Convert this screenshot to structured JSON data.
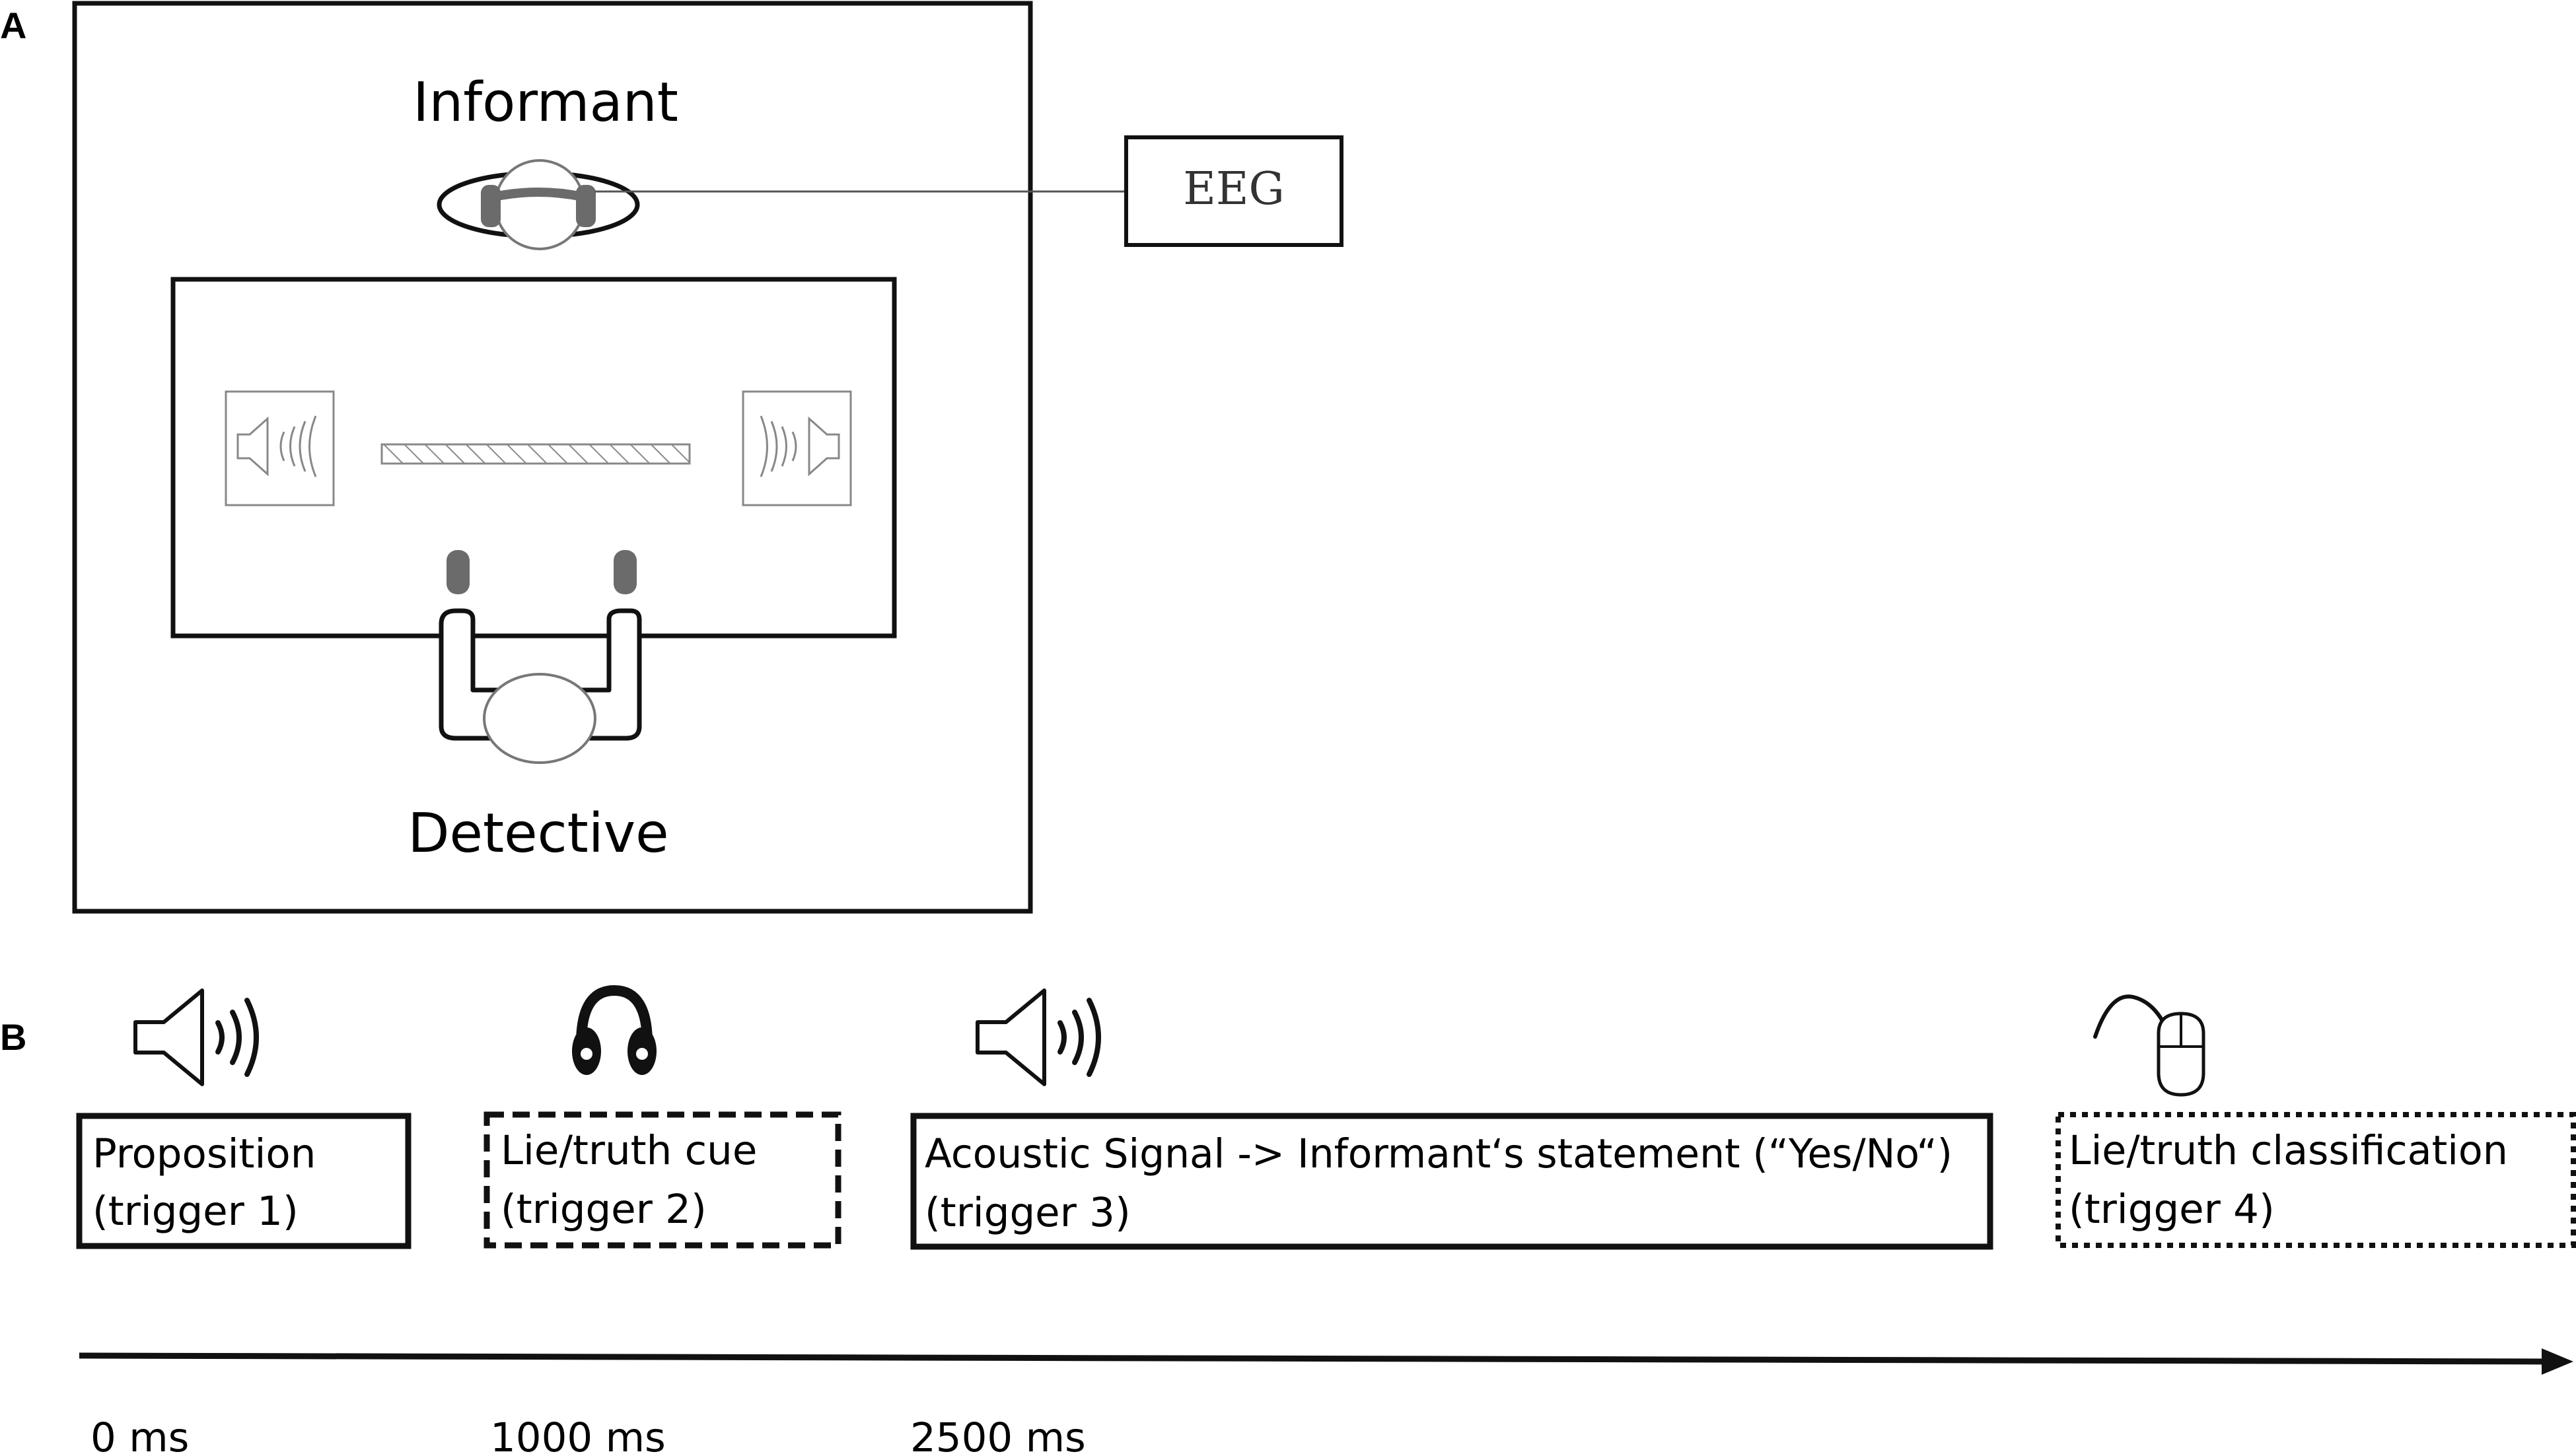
{
  "panels": {
    "a_label": "A",
    "b_label": "B"
  },
  "panel_a": {
    "informant_label": "Informant",
    "detective_label": "Detective",
    "eeg_label": "EEG"
  },
  "panel_b": {
    "boxes": [
      {
        "line1": "Proposition",
        "line2": "(trigger 1)",
        "border": "solid",
        "icon": "speaker-icon"
      },
      {
        "line1": "Lie/truth cue",
        "line2": "(trigger 2)",
        "border": "dashed",
        "icon": "headphones-icon"
      },
      {
        "line1": "Acoustic Signal -> Informant‘s statement (“Yes/No“)",
        "line2": "(trigger 3)",
        "border": "solid",
        "icon": "speaker-icon"
      },
      {
        "line1": "Lie/truth classification",
        "line2": "(trigger 4)",
        "border": "dotted",
        "icon": "mouse-icon"
      }
    ],
    "timeline_ticks": [
      "0 ms",
      "1000 ms",
      "2500 ms"
    ]
  },
  "colors": {
    "stroke": "#111111",
    "hand_gray": "#6b6b6b",
    "light_gray": "#9a9a9a"
  }
}
